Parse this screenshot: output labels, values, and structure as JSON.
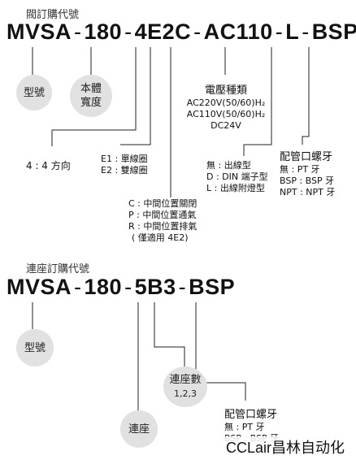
{
  "section1": {
    "title": "閥訂購代號",
    "code": {
      "model": "MVSA",
      "size": "180",
      "func": "4E2C",
      "voltage": "AC110",
      "wire": "L",
      "thread": "BSP"
    },
    "bubble_model": "型號",
    "bubble_width": [
      "本體",
      "寬度"
    ],
    "voltage": {
      "title": "電壓種類",
      "lines": [
        "AC220V(50/60)H₂",
        "AC110V(50/60)H₂",
        "DC24V"
      ]
    },
    "ratio": "4 : 4 方向",
    "coil": [
      "E1 : 單線圈",
      "E2 : 雙線圈"
    ],
    "center": [
      "C : 中間位置關閉",
      "P : 中間位置通氣",
      "R : 中間位置排氣",
      "( 僅適用 4E2)"
    ],
    "wire": [
      "無 : 出線型",
      "D : DIN 端子型",
      "L : 出線附燈型"
    ],
    "thread": {
      "title": "配管口螺牙",
      "lines": [
        "無 : PT 牙",
        "BSP : BSP 牙",
        "NPT : NPT 牙"
      ]
    }
  },
  "section2": {
    "title": "連座訂購代號",
    "code": {
      "model": "MVSA",
      "size": "180",
      "count": "5B3",
      "thread": "BSP"
    },
    "bubble_model": "型號",
    "count": {
      "title": "連座數",
      "value": "1,2,3"
    },
    "bubble_base": "連座",
    "thread": {
      "title": "配管口螺牙",
      "lines": [
        "無 : PT 牙",
        "BSP : BSP 牙"
      ]
    }
  },
  "watermark": "CCLair昌林自动化"
}
